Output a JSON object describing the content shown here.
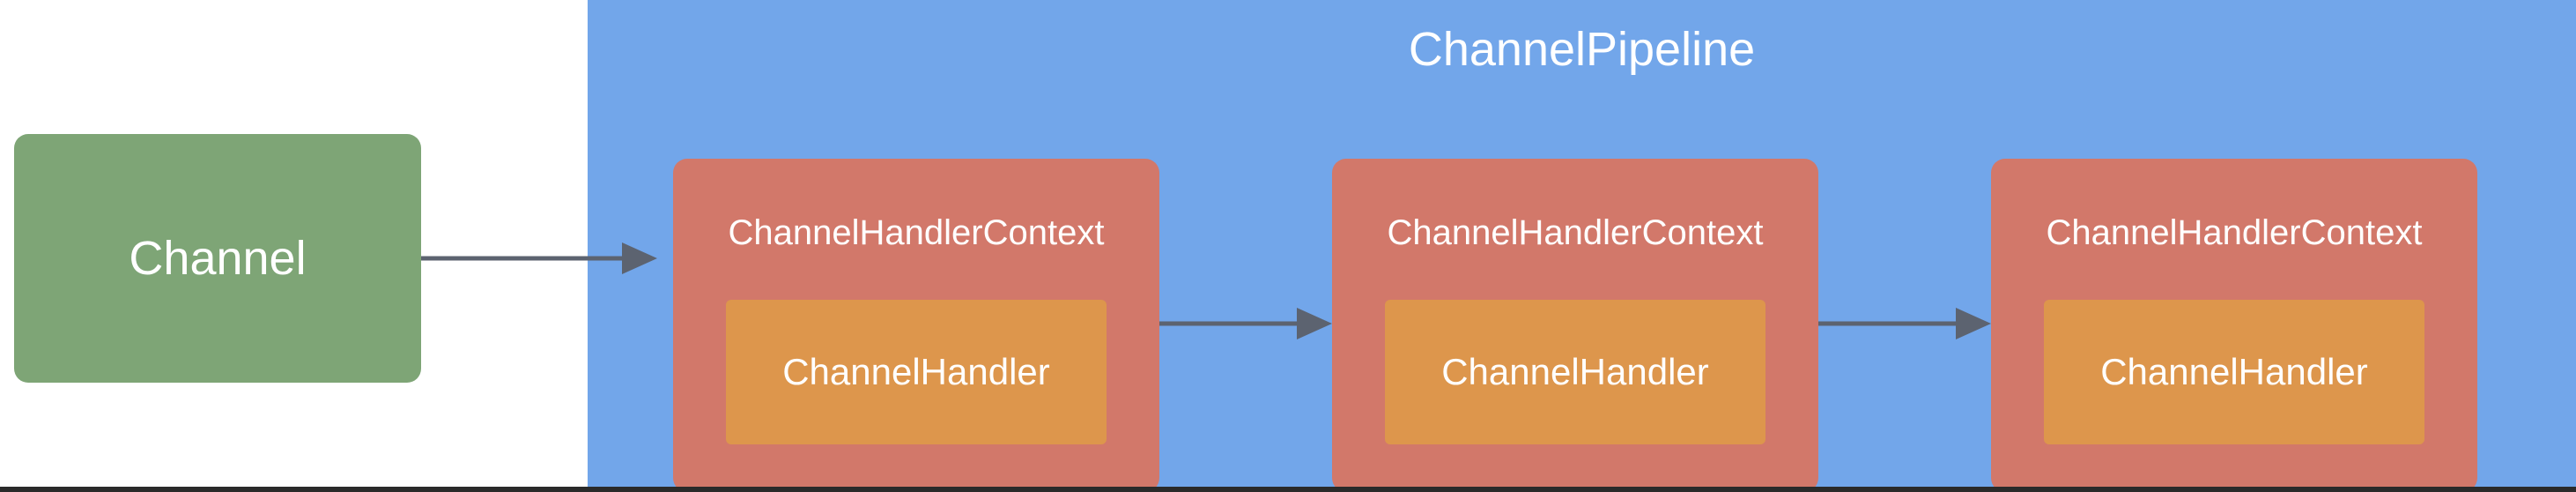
{
  "pipeline": {
    "title": "ChannelPipeline"
  },
  "channel": {
    "label": "Channel"
  },
  "contexts": [
    {
      "label": "ChannelHandlerContext",
      "handler": "ChannelHandler"
    },
    {
      "label": "ChannelHandlerContext",
      "handler": "ChannelHandler"
    },
    {
      "label": "ChannelHandlerContext",
      "handler": "ChannelHandler"
    }
  ],
  "colors": {
    "pipeline": "#72a6ea",
    "channel": "#7ea576",
    "context": "#d2786a",
    "handler": "#dd964c",
    "arrow": "#5c6370"
  }
}
